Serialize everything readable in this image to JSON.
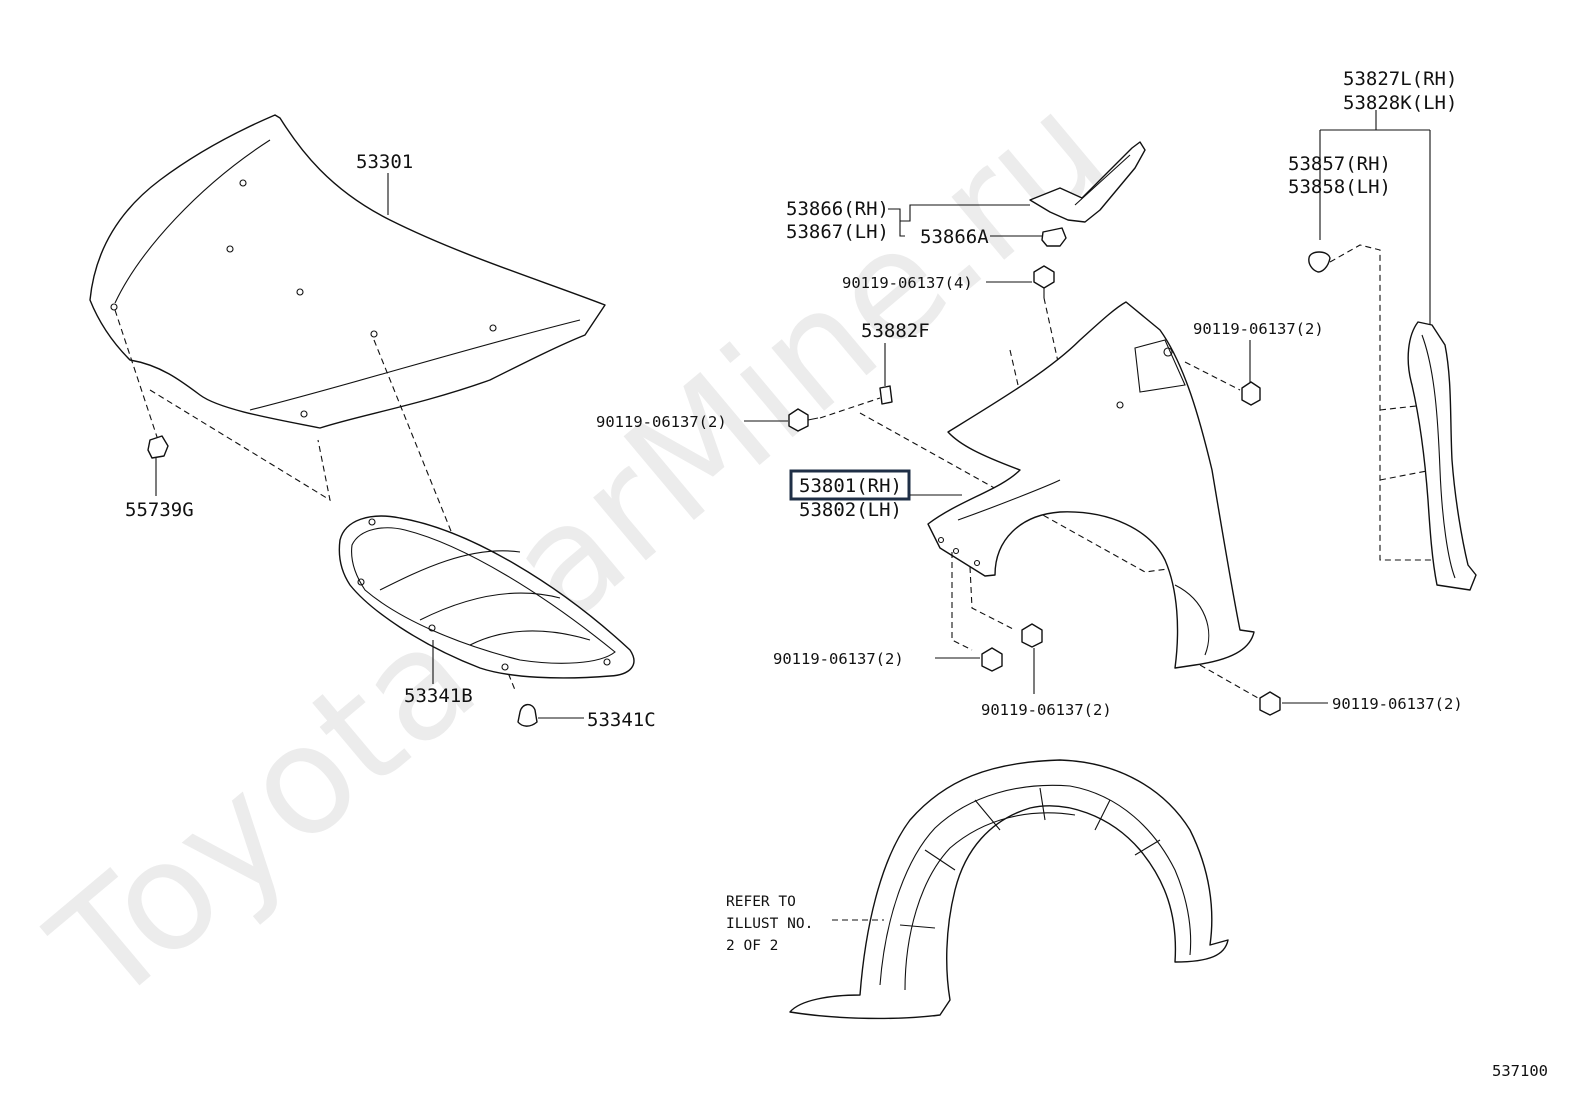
{
  "watermark": "ToyotaCarMine.ru",
  "diagram_id": "537100",
  "note_lines": [
    "REFER TO",
    "ILLUST NO.",
    "2 OF 2"
  ],
  "labels": {
    "hood": "53301",
    "hood_cushion": "55739G",
    "hood_insulator": "53341B",
    "insulator_clip": "53341C",
    "seal_rh": "53866(RH)",
    "seal_lh": "53867(LH)",
    "seal_clip": "53866A",
    "bolt_top": "90119-06137(4)",
    "spacer": "53882F",
    "bolt_left": "90119-06137(2)",
    "fender_rh": "53801(RH)",
    "fender_lh": "53802(LH)",
    "bolt_right": "90119-06137(2)",
    "bolt_bottom_a": "90119-06137(2)",
    "bolt_bottom_b": "90119-06137(2)",
    "bolt_bottom_c": "90119-06137(2)",
    "protector_rh": "53827L(RH)",
    "protector_lh": "53828K(LH)",
    "clip_rh": "53857(RH)",
    "clip_lh": "53858(LH)"
  },
  "highlight": {
    "label": "53801(RH)",
    "color": "#1f2f46"
  }
}
